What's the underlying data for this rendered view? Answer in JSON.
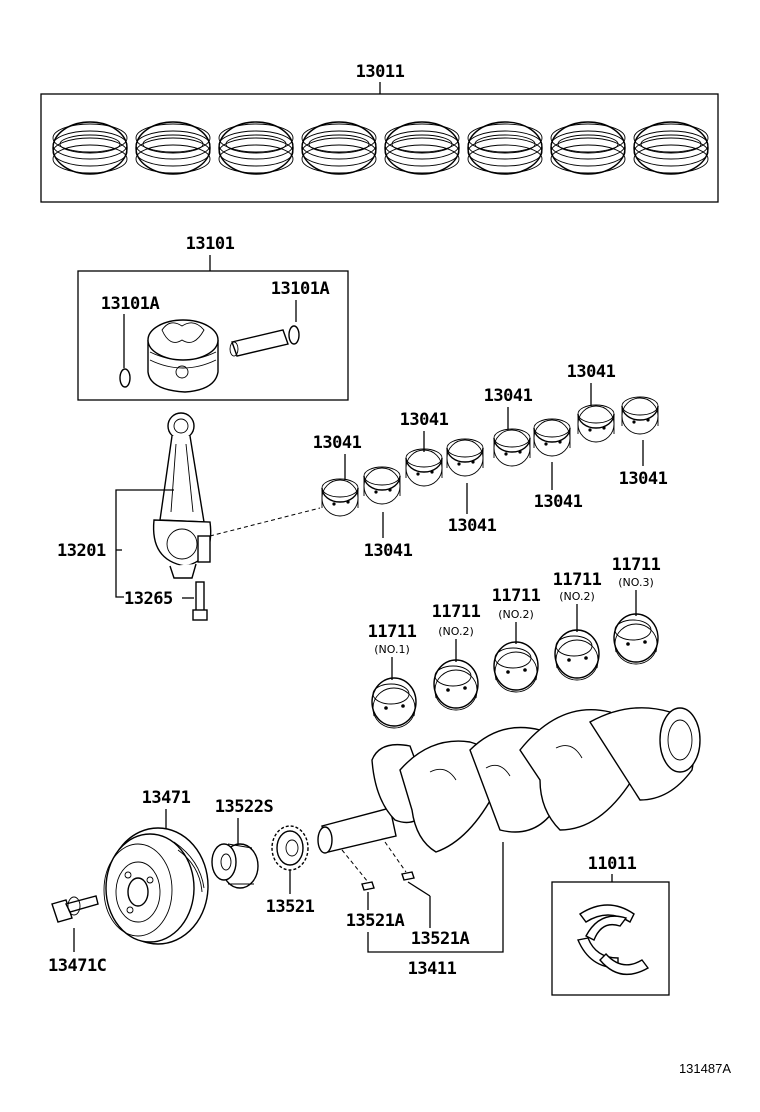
{
  "labels": {
    "piston_ring_set": "13011",
    "piston_sub_assy": "13101",
    "piston_pin_left": "13101A",
    "piston_pin_right": "13101A",
    "conn_rod_bearing_1": "13041",
    "conn_rod_bearing_2": "13041",
    "conn_rod_bearing_3": "13041",
    "conn_rod_bearing_4": "13041",
    "conn_rod_bearing_5": "13041",
    "conn_rod_bearing_6": "13041",
    "conn_rod_bearing_7": "13041",
    "conn_rod_bearing_8": "13041",
    "connecting_rod": "13201",
    "conn_rod_bolt": "13265",
    "main_bearing_1": "11711",
    "main_bearing_1_note": "(NO.1)",
    "main_bearing_2": "11711",
    "main_bearing_2_note": "(NO.2)",
    "main_bearing_3": "11711",
    "main_bearing_3_note": "(NO.2)",
    "main_bearing_4": "11711",
    "main_bearing_4_note": "(NO.2)",
    "main_bearing_5": "11711",
    "main_bearing_5_note": "(NO.3)",
    "crank_pulley": "13471",
    "crank_sprocket": "13522S",
    "crank_timing_gear": "13521",
    "crank_key_1": "13521A",
    "crank_key_2": "13521A",
    "crankshaft": "13411",
    "pulley_bolt": "13471C",
    "thrust_washer_set": "11011",
    "figure_ref": "131487A"
  }
}
